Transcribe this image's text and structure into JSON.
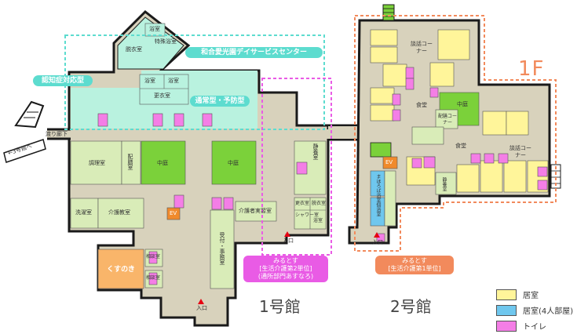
{
  "floor_label": "1F",
  "building1": {
    "name": "1号館",
    "center_name": "和合愛光園デイサービスセンター",
    "dementia_tag": "認知症対応型",
    "regular_tag": "通常型・予防型",
    "kusunoki": "くすのき",
    "mirutosu_title": "みるとす",
    "mirutosu_sub": "[生活介護第2単位]",
    "mirutosu_sub2": "(通所部門あすなろ)"
  },
  "building2": {
    "name": "2号館",
    "mirutosu_title": "みるとす",
    "mirutosu_sub": "[生活介護第1単位]"
  },
  "rooms": {
    "bath1": "浴室",
    "special_bath": "特殊浴室",
    "changing1": "脱衣室",
    "bath2": "浴室",
    "bath3": "浴室",
    "changing2": "更衣室",
    "corridor": "渡り廊下",
    "to_building3": "←3号館へ",
    "kitchen": "調理室",
    "serving": "配膳室",
    "courtyard1": "中庭",
    "courtyard2": "中庭",
    "laundry": "洗濯室",
    "care_class": "介護教室",
    "ev1": "EV",
    "reception": "受付・事務室",
    "care_training": "介護者実習室",
    "quiet1": "静養室",
    "changing3": "更衣室",
    "changing4": "脱衣室",
    "shower": "シャワー室",
    "bath4": "浴室",
    "consult1": "相談室",
    "consult2": "相談室",
    "entrance1": "入口",
    "entrance2": "入口",
    "entrance3": "入口",
    "talk1": "談話コーナー",
    "dining1": "食堂",
    "courtyard3": "中庭",
    "serving_corner": "配膳コーナー",
    "dining2": "食堂",
    "talk2": "談話コーナー",
    "ev2": "EV",
    "mahoroba_bath": "まほろば浴室",
    "personal_bath": "個浴室",
    "quiet2": "静養室"
  },
  "legend": {
    "room": "居室",
    "room4": "居室(4人部屋)",
    "toilet": "トイレ"
  },
  "colors": {
    "wall": "#1a1a1a",
    "floor": "#d8d2bc",
    "room_green": "#d9ecb8",
    "courtyard": "#7bd13a",
    "mint": "#b9f2df",
    "room_yellow": "#fff59a",
    "room_blue": "#6fc7ee",
    "toilet": "#f47ee6",
    "orange_room": "#f9b56a",
    "ev": "#f08a2c",
    "teal_dash": "#5ddccf",
    "pink_dash": "#e95be5",
    "orange_dash": "#f28a5c"
  }
}
